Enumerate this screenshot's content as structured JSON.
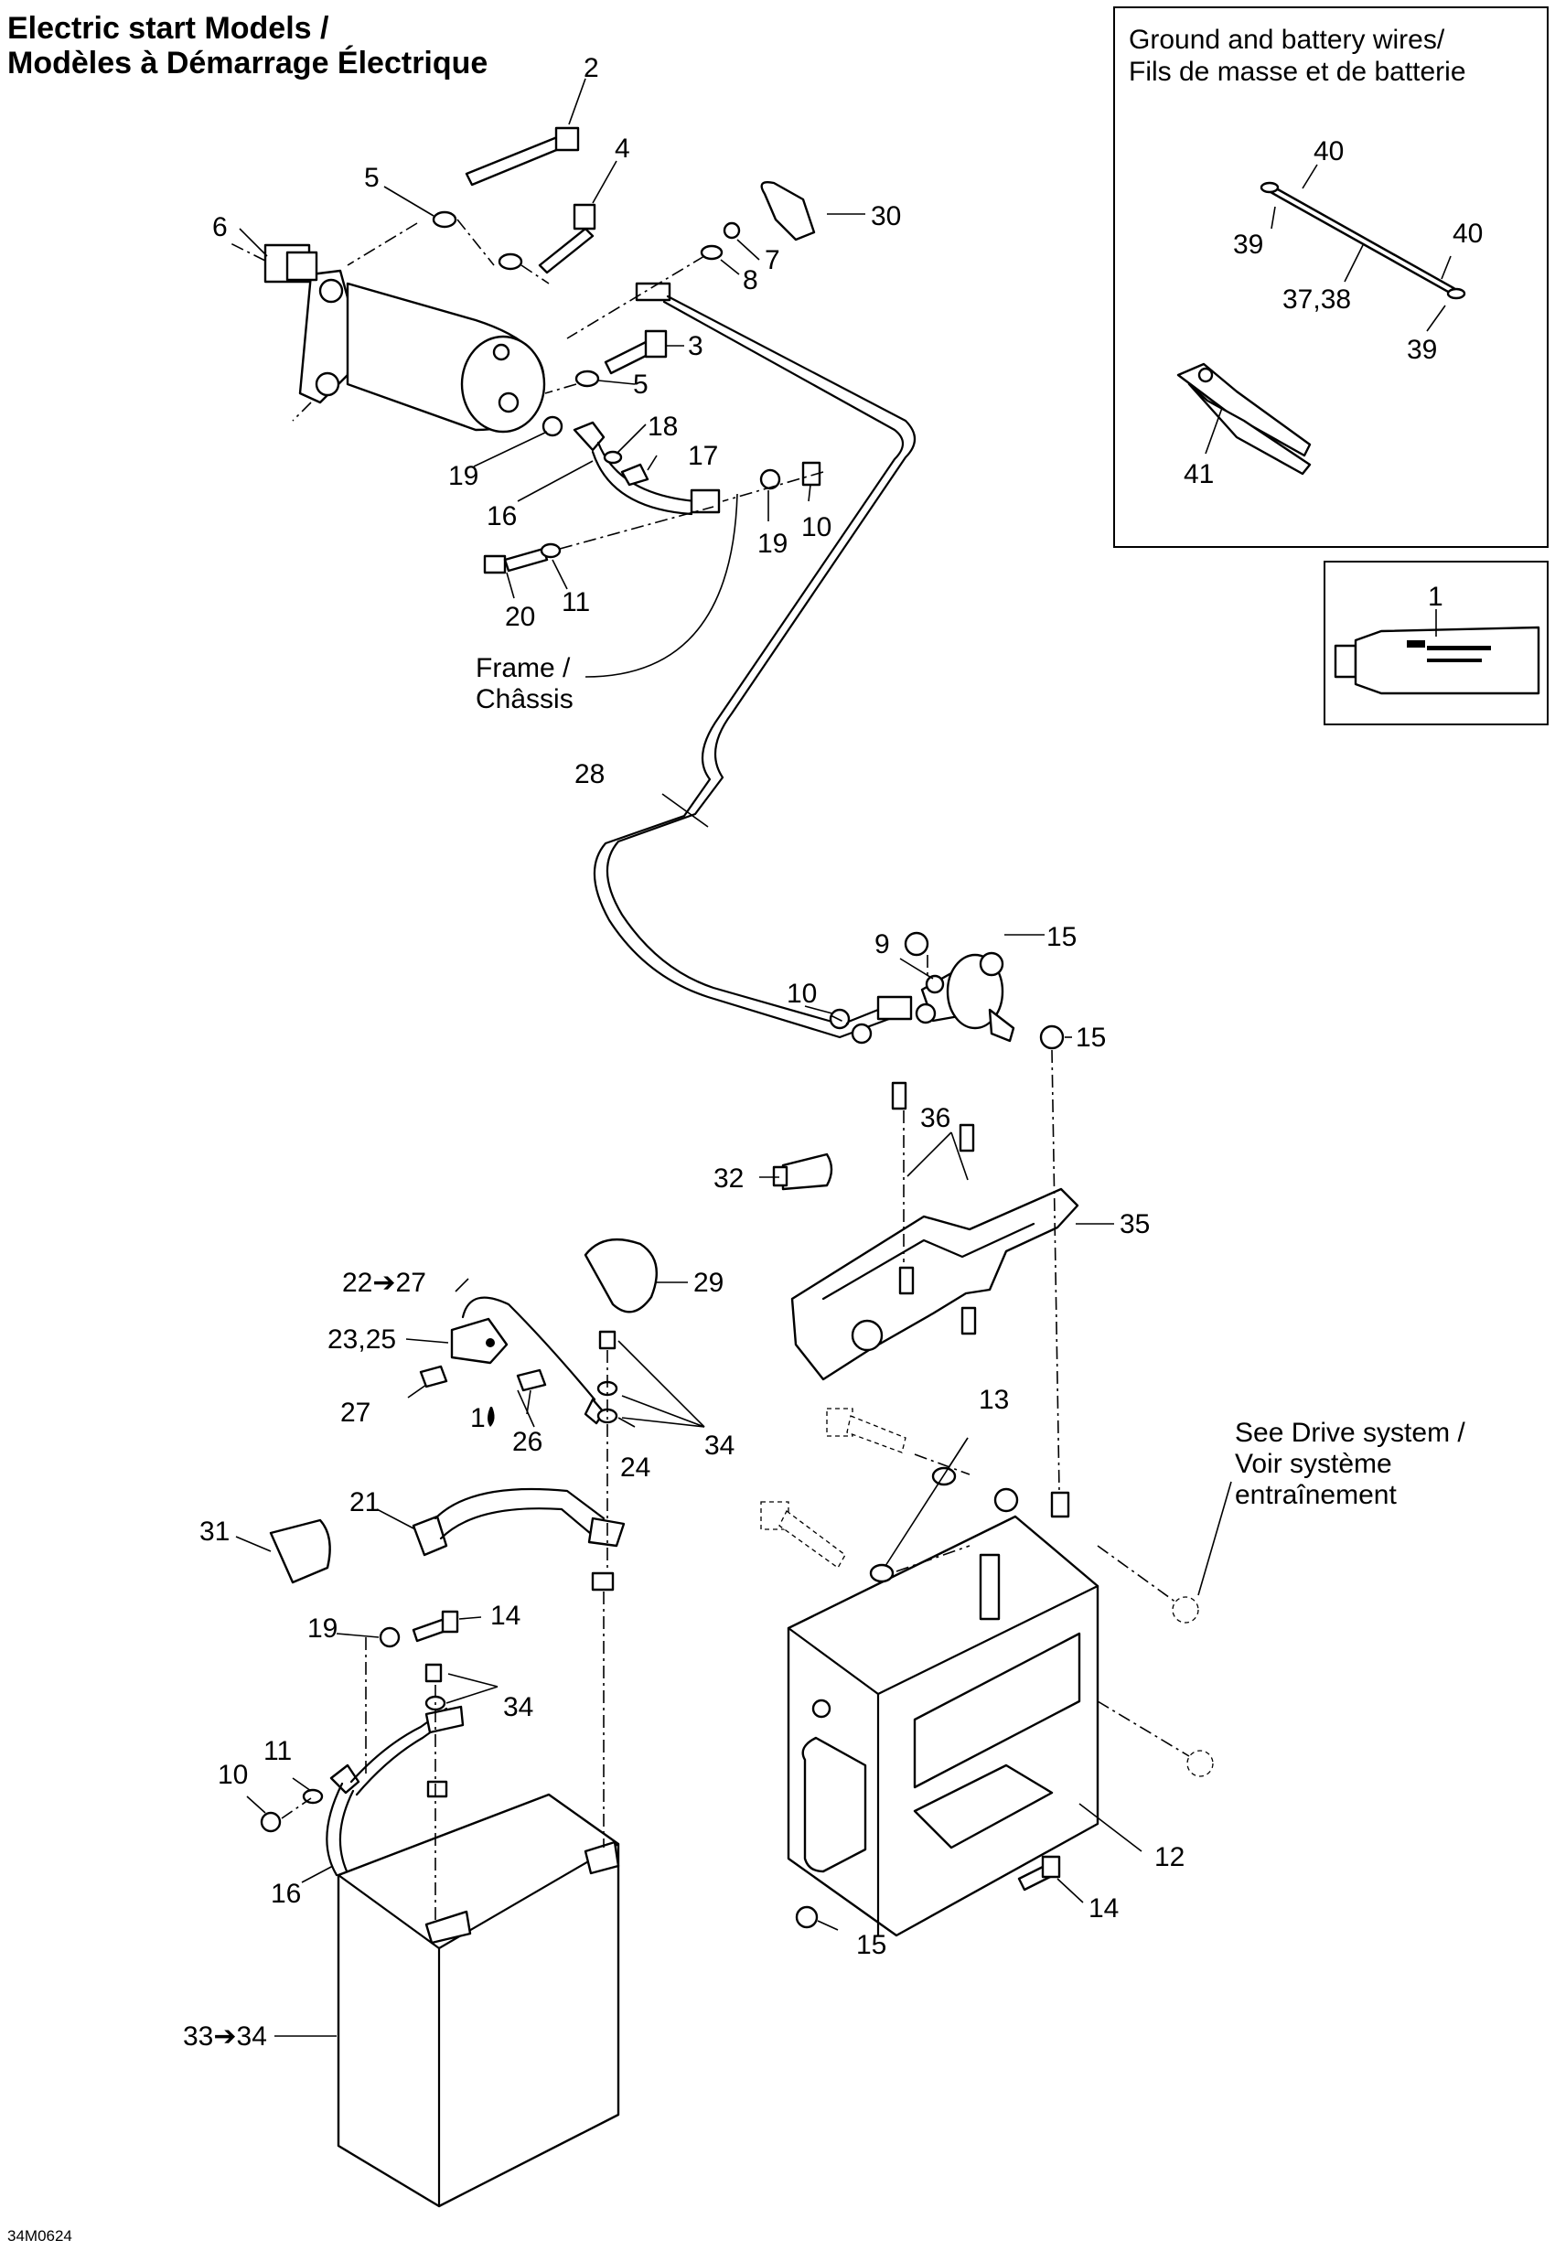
{
  "header": {
    "title_line1": "Electric start Models /",
    "title_line2": "Modèles à Démarrage Électrique"
  },
  "inset_ground": {
    "title_line1": "Ground and battery wires/",
    "title_line2": "Fils de masse et de batterie",
    "callouts": [
      "40",
      "39",
      "40",
      "37,38",
      "39",
      "41"
    ]
  },
  "inset_tube": {
    "callout": "1"
  },
  "notes": {
    "frame_line1": "Frame /",
    "frame_line2": "Châssis",
    "drive_line1": "See Drive system /",
    "drive_line2": "Voir système",
    "drive_line3": "entraînement"
  },
  "callouts": [
    "2",
    "5",
    "4",
    "6",
    "30",
    "7",
    "8",
    "3",
    "5",
    "18",
    "17",
    "19",
    "16",
    "19",
    "10",
    "20",
    "11",
    "28",
    "15",
    "9",
    "10",
    "15",
    "36",
    "32",
    "35",
    "22➔27",
    "29",
    "23,25",
    "27",
    "1",
    "26",
    "24",
    "34",
    "13",
    "21",
    "31",
    "19",
    "14",
    "34",
    "11",
    "10",
    "16",
    "12",
    "14",
    "15",
    "33➔34"
  ],
  "footer": {
    "drawing_code": "34M0624"
  },
  "colors": {
    "ink": "#000000",
    "paper": "#ffffff"
  }
}
